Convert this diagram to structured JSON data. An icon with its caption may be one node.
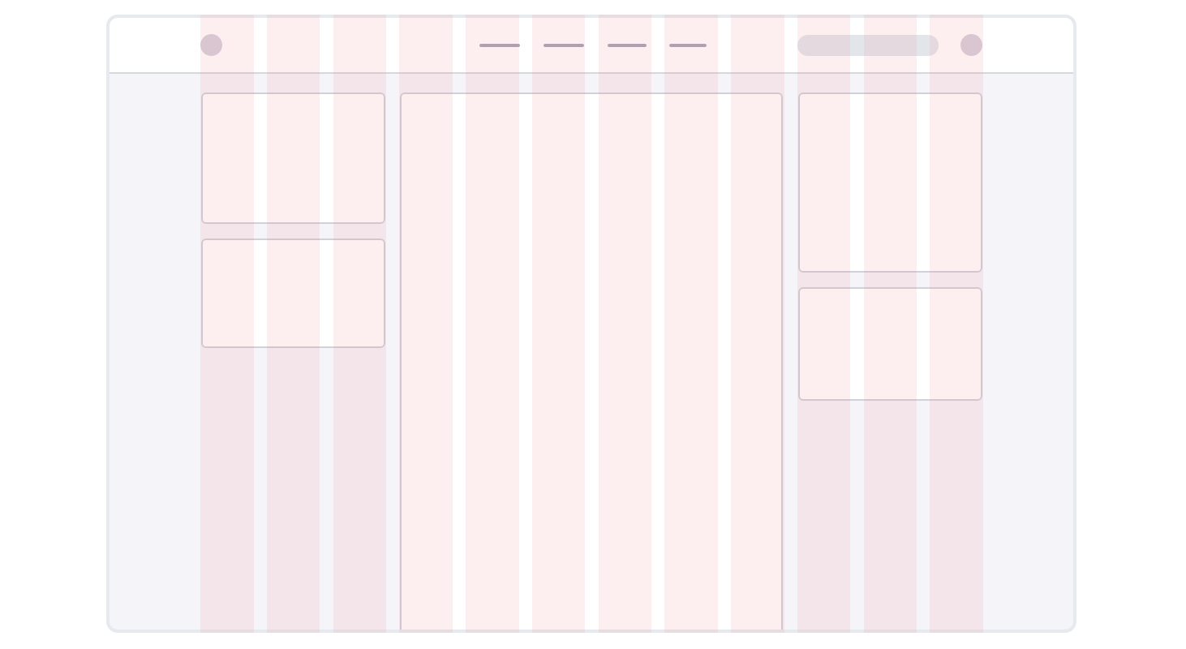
{
  "diagram": {
    "nodes": [
      {
        "text": [],
        "shape": "box"
      },
      {
        "text": [],
        "shape": "bar",
        "in": 0
      },
      {
        "text": [],
        "shape": "box",
        "in": 0
      },
      {
        "text": [],
        "shape": "box",
        "in": 0
      },
      {
        "text": [],
        "shape": "box",
        "in": 0
      },
      {
        "text": [],
        "shape": "box",
        "in": 0
      },
      {
        "text": [],
        "shape": "box",
        "in": 0
      },
      {
        "text": [],
        "shape": "bar",
        "in": 0
      },
      {
        "text": [],
        "shape": "bar",
        "in": 0
      },
      {
        "text": [],
        "shape": "bar",
        "in": 0
      },
      {
        "text": [],
        "shape": "bar",
        "in": 0
      },
      {
        "text": [],
        "shape": "bar",
        "in": 0
      },
      {
        "text": [],
        "shape": "bar",
        "in": 0
      },
      {
        "text": [],
        "shape": "bar",
        "in": 0
      },
      {
        "text": [],
        "shape": "bar",
        "in": 0
      },
      {
        "text": [],
        "shape": "bar",
        "in": 0
      },
      {
        "text": [],
        "shape": "bar",
        "in": 0
      },
      {
        "text": [],
        "shape": "bar",
        "in": 0
      },
      {
        "text": [],
        "shape": "bar",
        "in": 0
      }
    ]
  }
}
